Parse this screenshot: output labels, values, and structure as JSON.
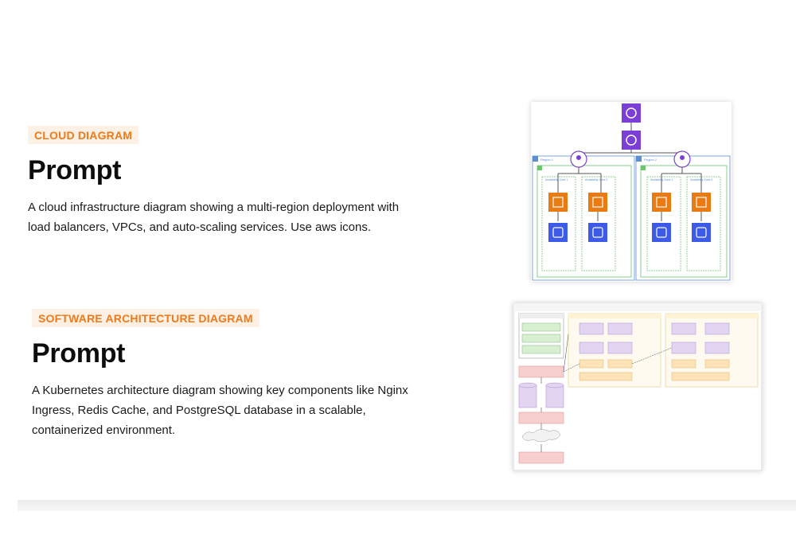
{
  "sections": [
    {
      "tag": "CLOUD DIAGRAM",
      "heading": "Prompt",
      "description_line1": "A cloud infrastructure diagram showing a multi-region deployment with",
      "description_line2": "load balancers, VPCs, and auto-scaling services. Use aws icons."
    },
    {
      "tag": "SOFTWARE ARCHITECTURE DIAGRAM",
      "heading": "Prompt",
      "description_line1": "A Kubernetes architecture diagram showing key components like Nginx",
      "description_line2": "Ingress, Redis Cache, and PostgreSQL database in a scalable,",
      "description_line3": "containerized environment."
    }
  ],
  "colors": {
    "tag_text": "#f07a1a",
    "tag_bg": "#fdf0e4",
    "aws_purple": "#7b3fd6",
    "aws_orange": "#ea7a12",
    "aws_blue": "#3b5be8",
    "vpc_green": "#6cc46c",
    "region_blue": "#5a8fd8",
    "k8s_yellow_bg": "#fff3d6",
    "k8s_purple_node": "#e2d5f2",
    "k8s_pink": "#f8cfcf",
    "k8s_green": "#d8efd2"
  },
  "icons": {
    "top_service": "aws-router-icon",
    "dns": "aws-route53-icon",
    "load_balancer": "aws-elb-icon",
    "compute": "aws-ec2-icon",
    "autoscaling": "aws-autoscaling-icon"
  }
}
